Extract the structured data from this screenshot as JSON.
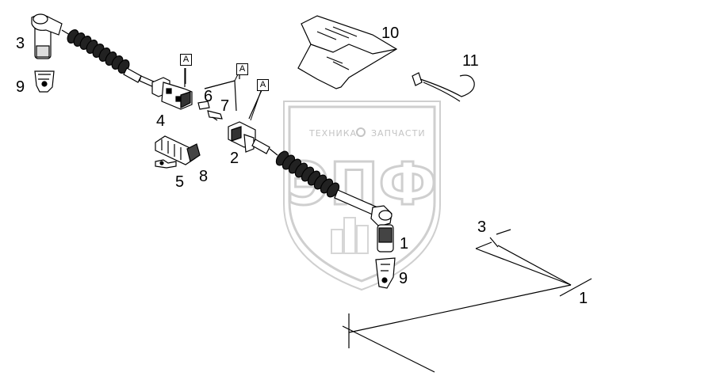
{
  "watermark": {
    "line1": "ТЕХНИКА",
    "line2": "ЗАПЧАСТИ",
    "logo": "ЭПФ",
    "color": "#c8c8c8"
  },
  "labels": {
    "n3_top": "3",
    "n9_left": "9",
    "n4": "4",
    "n5": "5",
    "n8": "8",
    "n6": "6",
    "n7": "7",
    "n2": "2",
    "n10": "10",
    "n11": "11",
    "n1_part": "1",
    "n9_right": "9",
    "n3_schematic": "3",
    "n1_schematic": "1"
  },
  "callouts": {
    "a1": "A",
    "a2": "A",
    "a3": "A"
  }
}
